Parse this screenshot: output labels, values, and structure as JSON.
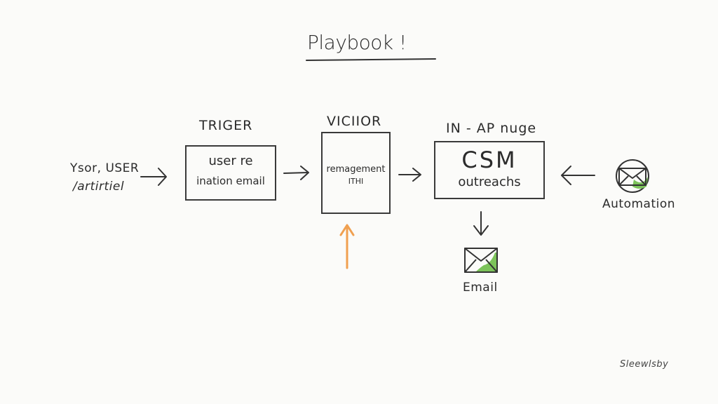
{
  "title": "Playbook !",
  "source_label": {
    "line1": "Ysor, USER",
    "line2": "/artirtiel"
  },
  "columns": {
    "trigger": {
      "heading": "TRIGER",
      "line1": "user re",
      "line2": "ination email"
    },
    "middle": {
      "heading": "VICIIOR",
      "line1": "remagement",
      "line2": "ITHI"
    },
    "in_app": {
      "heading": "IN - AP nuge",
      "line1": "CSM",
      "line2": "outreachs"
    }
  },
  "automation": {
    "icon": "envelope-icon",
    "label": "Automation"
  },
  "email": {
    "icon": "envelope-icon",
    "label": "Email"
  },
  "signature": "Sleewlsby",
  "colors": {
    "ink": "#333333",
    "accent_orange": "#f0a050",
    "accent_green": "#7cc35a"
  }
}
